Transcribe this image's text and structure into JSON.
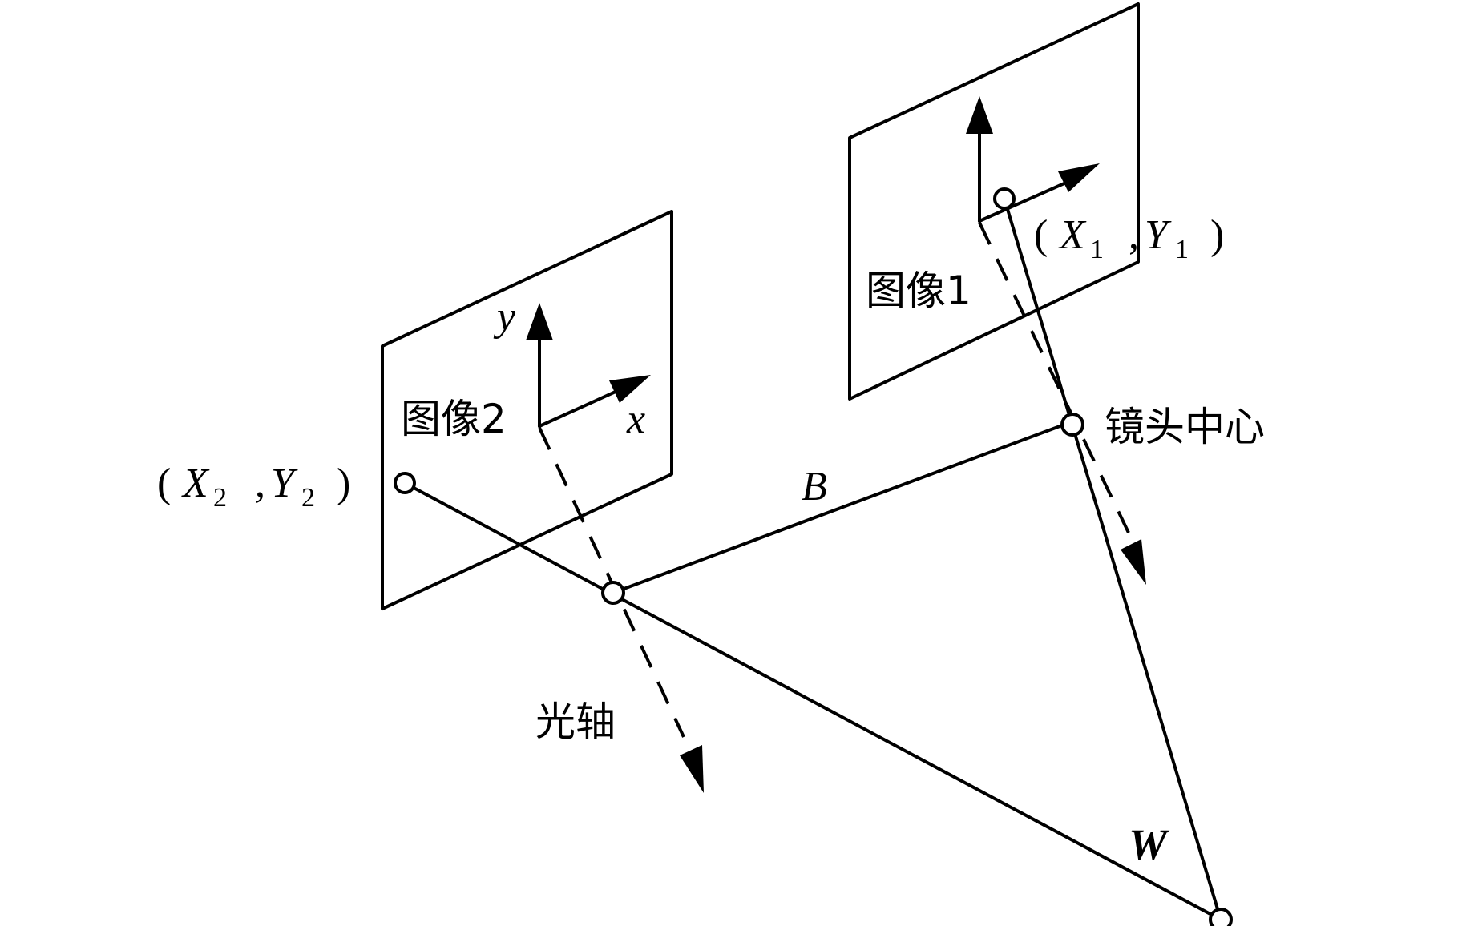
{
  "labels": {
    "image1": "图像1",
    "image2": "图像2",
    "lens_center": "镜头中心",
    "optical_axis": "光轴",
    "baseline": "B",
    "world_point": "W",
    "axis_x": "x",
    "axis_y": "y"
  },
  "point1": {
    "open": "(",
    "x_var": "X",
    "x_sub": "1",
    "comma": ",",
    "y_var": "Y",
    "y_sub": "1",
    "close": ")"
  },
  "point2": {
    "open": "(",
    "x_var": "X",
    "x_sub": "2",
    "comma": ",",
    "y_var": "Y",
    "y_sub": "2",
    "close": ")"
  }
}
